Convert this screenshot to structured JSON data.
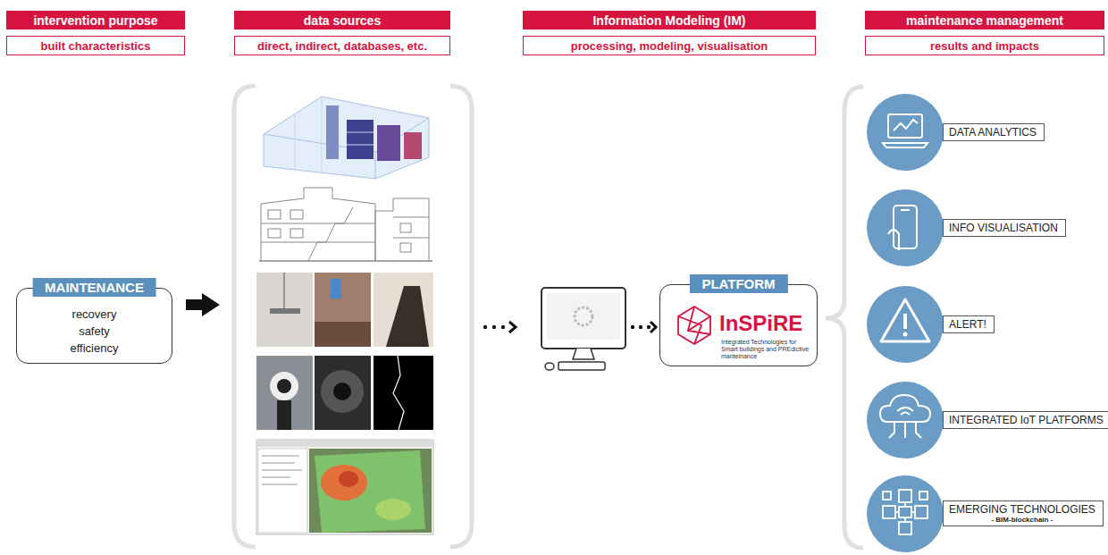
{
  "diagram": {
    "nodes": [
      {
        "text": [
          "intervention purpose"
        ]
      },
      {
        "text": [
          "built characteristics"
        ]
      },
      {
        "text": [
          "data sources"
        ]
      },
      {
        "text": [
          "direct, indirect, databases, etc."
        ]
      },
      {
        "text": [
          "Information Modeling (IM)"
        ]
      },
      {
        "text": [
          "processing, modeling, visualisation"
        ]
      },
      {
        "text": [
          "maintenance management"
        ]
      },
      {
        "text": [
          "results and impacts"
        ]
      },
      {
        "text": [
          "MAINTENANCE",
          "recovery safety efficiency"
        ]
      },
      {
        "text": [
          "PLATFORM",
          "InSPiRE",
          "Integrated Technologies for Smart buildings and PREdictive manteinance"
        ]
      },
      {
        "text": [
          "DATA ANALYTICS"
        ]
      },
      {
        "text": [
          "INFO VISUALISATION"
        ]
      },
      {
        "text": [
          "ALERT!"
        ]
      },
      {
        "text": [
          "INTEGRATED IoT PLATFORMS"
        ]
      },
      {
        "text": [
          "EMERGING TECHNOLOGIES",
          "- BIM-blockchain -"
        ]
      }
    ]
  }
}
